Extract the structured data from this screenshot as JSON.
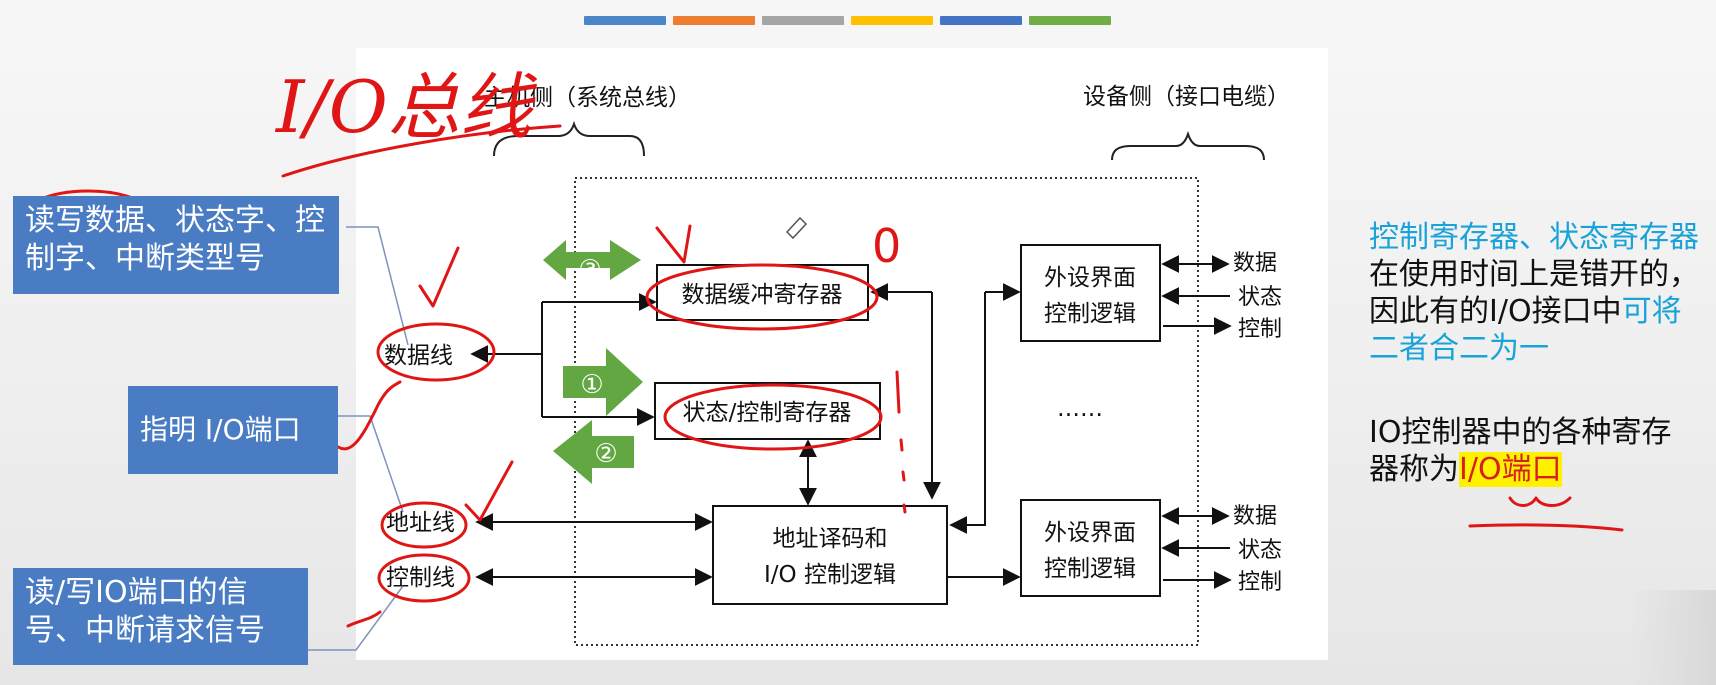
{
  "top_bar_colors": [
    "#4a86c8",
    "#ed7d31",
    "#a5a5a5",
    "#ffc000",
    "#4472c4",
    "#70ad47"
  ],
  "host_side_label": "主机侧（系统总线）",
  "device_side_label": "设备侧（接口电缆）",
  "lines": {
    "data_line": "数据线",
    "address_line": "地址线",
    "control_line": "控制线"
  },
  "registers": {
    "data_buffer": "数据缓冲寄存器",
    "status_control": "状态/控制寄存器"
  },
  "decode_logic": [
    "地址译码和",
    "I/O 控制逻辑"
  ],
  "device_logic": [
    "外设界面",
    "控制逻辑"
  ],
  "device_signals": [
    "数据",
    "状态",
    "控制"
  ],
  "ellipsis": "……",
  "step_arrows": [
    "③",
    "①",
    "②"
  ],
  "callouts": {
    "data_content": "读写数据、状态字、控制字、中断类型号",
    "address_content": "指明 I/O端口",
    "control_content": "读/写IO端口的信号、中断请求信号"
  },
  "notes": {
    "note1_hl1": "控制寄存器、状态寄存器",
    "note1_plain": "在使用时间上是错开的，因此有的I/O接口中",
    "note1_hl2": "可将二者合二为一",
    "note2_plain": "IO控制器中的各种寄存器称为",
    "note2_hl": "I/O端口"
  },
  "handwriting": {
    "io_bus": "I/O总线",
    "mark_zero": "0"
  }
}
